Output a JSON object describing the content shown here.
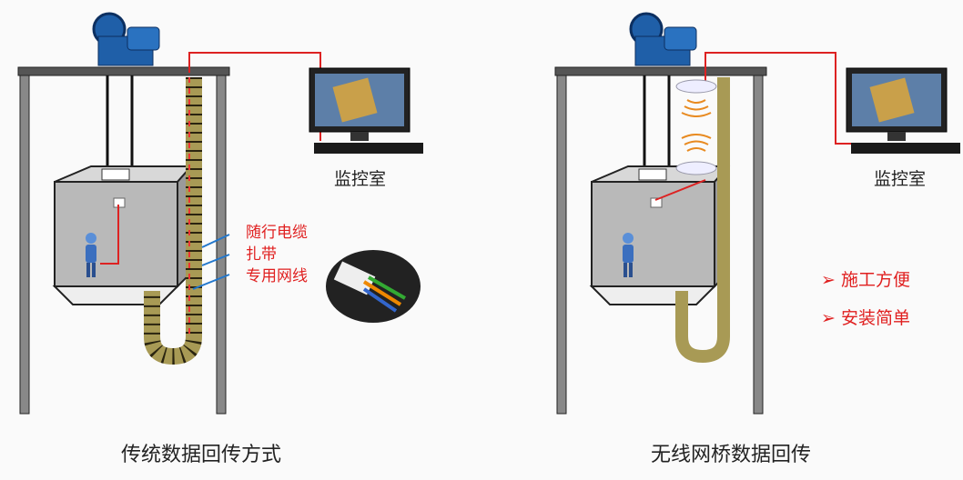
{
  "left": {
    "caption": "传统数据回传方式",
    "monitor_room": "监控室",
    "labels": [
      "随行电缆",
      "扎带",
      "专用网线"
    ]
  },
  "right": {
    "caption": "无线网桥数据回传",
    "monitor_room": "监控室",
    "bullets": [
      {
        "marker": "➢",
        "text": "施工方便"
      },
      {
        "marker": "➢",
        "text": "安装简单"
      }
    ]
  },
  "colors": {
    "accent_red": "#e02020",
    "cable_khaki": "#a89a55",
    "motor_blue": "#1f5fa8"
  }
}
